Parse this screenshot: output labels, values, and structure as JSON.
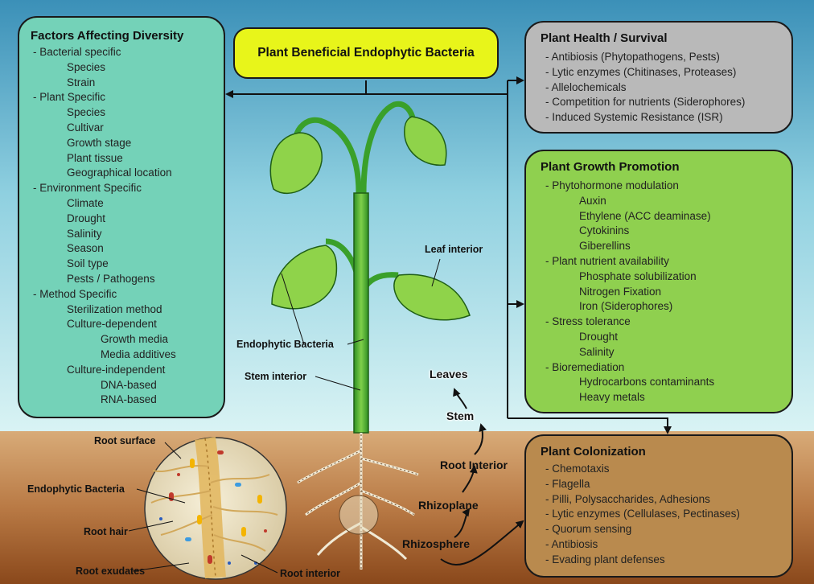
{
  "title": "Plant Beneficial Endophytic Bacteria",
  "factors": {
    "title": "Factors Affecting Diversity",
    "items": [
      {
        "text": "- Bacterial specific",
        "level": 0
      },
      {
        "text": "Species",
        "level": 1
      },
      {
        "text": "Strain",
        "level": 1
      },
      {
        "text": "- Plant Specific",
        "level": 0
      },
      {
        "text": "Species",
        "level": 1
      },
      {
        "text": "Cultivar",
        "level": 1
      },
      {
        "text": "Growth stage",
        "level": 1
      },
      {
        "text": "Plant tissue",
        "level": 1
      },
      {
        "text": "Geographical location",
        "level": 1
      },
      {
        "text": "- Environment Specific",
        "level": 0
      },
      {
        "text": "Climate",
        "level": 1
      },
      {
        "text": "Drought",
        "level": 1
      },
      {
        "text": "Salinity",
        "level": 1
      },
      {
        "text": "Season",
        "level": 1
      },
      {
        "text": "Soil type",
        "level": 1
      },
      {
        "text": "Pests / Pathogens",
        "level": 1
      },
      {
        "text": "- Method Specific",
        "level": 0
      },
      {
        "text": "Sterilization method",
        "level": 1
      },
      {
        "text": "Culture-dependent",
        "level": 1
      },
      {
        "text": "Growth media",
        "level": 2
      },
      {
        "text": "Media additives",
        "level": 2
      },
      {
        "text": "Culture-independent",
        "level": 1
      },
      {
        "text": "DNA-based",
        "level": 2
      },
      {
        "text": "RNA-based",
        "level": 2
      }
    ]
  },
  "health": {
    "title": "Plant Health / Survival",
    "items": [
      {
        "text": "- Antibiosis (Phytopathogens, Pests)",
        "level": 0
      },
      {
        "text": "- Lytic enzymes (Chitinases, Proteases)",
        "level": 0
      },
      {
        "text": "- Allelochemicals",
        "level": 0
      },
      {
        "text": "- Competition for nutrients (Siderophores)",
        "level": 0
      },
      {
        "text": "- Induced Systemic Resistance (ISR)",
        "level": 0
      }
    ]
  },
  "growth": {
    "title": "Plant Growth Promotion",
    "items": [
      {
        "text": "- Phytohormone modulation",
        "level": 0
      },
      {
        "text": "Auxin",
        "level": 1
      },
      {
        "text": "Ethylene (ACC deaminase)",
        "level": 1
      },
      {
        "text": "Cytokinins",
        "level": 1
      },
      {
        "text": "Giberellins",
        "level": 1
      },
      {
        "text": "- Plant nutrient availability",
        "level": 0
      },
      {
        "text": "Phosphate solubilization",
        "level": 1
      },
      {
        "text": "Nitrogen Fixation",
        "level": 1
      },
      {
        "text": "Iron (Siderophores)",
        "level": 1
      },
      {
        "text": "- Stress tolerance",
        "level": 0
      },
      {
        "text": "Drought",
        "level": 1
      },
      {
        "text": "Salinity",
        "level": 1
      },
      {
        "text": "- Bioremediation",
        "level": 0
      },
      {
        "text": "Hydrocarbons contaminants",
        "level": 1
      },
      {
        "text": "Heavy metals",
        "level": 1
      }
    ]
  },
  "colonization": {
    "title": "Plant Colonization",
    "items": [
      {
        "text": "- Chemotaxis",
        "level": 0
      },
      {
        "text": "- Flagella",
        "level": 0
      },
      {
        "text": "- Pilli, Polysaccharides, Adhesions",
        "level": 0
      },
      {
        "text": "- Lytic enzymes (Cellulases, Pectinases)",
        "level": 0
      },
      {
        "text": "- Quorum sensing",
        "level": 0
      },
      {
        "text": "- Antibiosis",
        "level": 0
      },
      {
        "text": "- Evading plant defenses",
        "level": 0
      }
    ]
  },
  "plant_labels": {
    "leaf_interior": "Leaf interior",
    "endophytic_bacteria": "Endophytic Bacteria",
    "stem_interior": "Stem interior"
  },
  "root_labels": {
    "root_surface": "Root surface",
    "endophytic_bacteria": "Endophytic Bacteria",
    "root_hair": "Root hair",
    "root_exudates": "Root exudates",
    "root_interior": "Root interior"
  },
  "flow": {
    "leaves": "Leaves",
    "stem": "Stem",
    "root_interior": "Root Interior",
    "rhizoplane": "Rhizoplane",
    "rhizosphere": "Rhizosphere"
  },
  "colors": {
    "sky_top": "#3b90b8",
    "sky_bottom": "#d6f1f3",
    "soil_top": "#cfa070",
    "soil_bottom": "#8c4a1c",
    "title_fill": "#e8f51a",
    "factors_fill": "#74d2b8",
    "health_fill": "#b9b9b9",
    "growth_fill": "#8fd04f",
    "colonization_fill": "#b98a4e",
    "leaf": "#8fd34a",
    "stem": "#3faa2e"
  }
}
